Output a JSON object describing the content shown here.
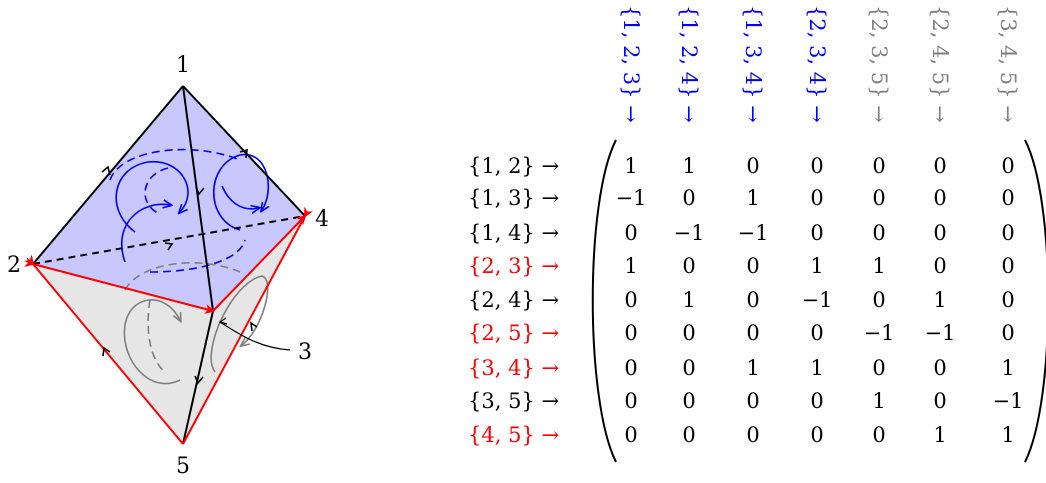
{
  "diagram": {
    "vertex_labels": [
      "1",
      "2",
      "3",
      "4",
      "5"
    ],
    "colors": {
      "black": "#000000",
      "red": "#ff0000",
      "blue": "#0000ff",
      "gray": "#808080",
      "blue_fill": "#c8c8ff",
      "gray_fill": "#e6e6e6"
    }
  },
  "matrix": {
    "column_labels": [
      {
        "text": "{1, 2, 3} →",
        "color": "#0000ff"
      },
      {
        "text": "{1, 2, 4} →",
        "color": "#0000ff"
      },
      {
        "text": "{1, 3, 4} →",
        "color": "#0000ff"
      },
      {
        "text": "{2, 3, 4} →",
        "color": "#0000ff"
      },
      {
        "text": "{2, 3, 5} →",
        "color": "#808080"
      },
      {
        "text": "{2, 4, 5} →",
        "color": "#808080"
      },
      {
        "text": "{3, 4, 5} →",
        "color": "#808080"
      }
    ],
    "row_labels": [
      {
        "text": "{1, 2} →",
        "color": "#000000"
      },
      {
        "text": "{1, 3} →",
        "color": "#000000"
      },
      {
        "text": "{1, 4} →",
        "color": "#000000"
      },
      {
        "text": "{2, 3} →",
        "color": "#ff0000"
      },
      {
        "text": "{2, 4} →",
        "color": "#000000"
      },
      {
        "text": "{2, 5} →",
        "color": "#ff0000"
      },
      {
        "text": "{3, 4} →",
        "color": "#ff0000"
      },
      {
        "text": "{3, 5} →",
        "color": "#000000"
      },
      {
        "text": "{4, 5} →",
        "color": "#ff0000"
      }
    ],
    "values": [
      [
        "1",
        "1",
        "0",
        "0",
        "0",
        "0",
        "0"
      ],
      [
        "−1",
        "0",
        "1",
        "0",
        "0",
        "0",
        "0"
      ],
      [
        "0",
        "−1",
        "−1",
        "0",
        "0",
        "0",
        "0"
      ],
      [
        "1",
        "0",
        "0",
        "1",
        "1",
        "0",
        "0"
      ],
      [
        "0",
        "1",
        "0",
        "−1",
        "0",
        "1",
        "0"
      ],
      [
        "0",
        "0",
        "0",
        "0",
        "−1",
        "−1",
        "0"
      ],
      [
        "0",
        "0",
        "1",
        "1",
        "0",
        "0",
        "1"
      ],
      [
        "0",
        "0",
        "0",
        "0",
        "1",
        "0",
        "−1"
      ],
      [
        "0",
        "0",
        "0",
        "0",
        "0",
        "1",
        "1"
      ]
    ]
  }
}
